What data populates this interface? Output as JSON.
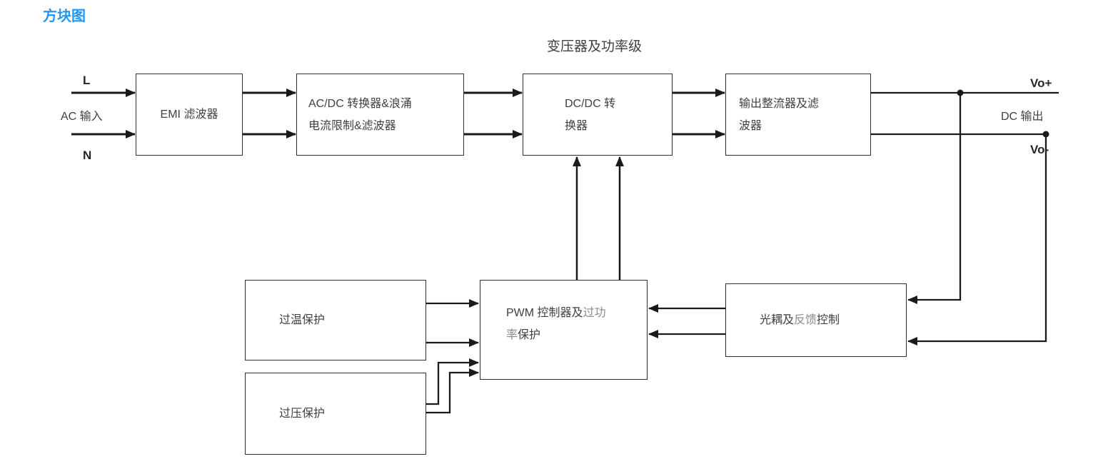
{
  "title": "方块图",
  "stage_label": "变压器及功率级",
  "labels": {
    "l": "L",
    "ac_input": "AC 输入",
    "n": "N",
    "vo_plus": "Vo+",
    "dc_output": "DC 输出",
    "vo_minus": "Vo-"
  },
  "blocks": {
    "emi": {
      "line1": "EMI 滤波器"
    },
    "acdc": {
      "line1": "AC/DC 转换器&浪涌",
      "line2": "电流限制&滤波器"
    },
    "dcdc": {
      "line1": "DC/DC 转",
      "line2": "换器"
    },
    "rectifier": {
      "line1": "输出整流器及滤",
      "line2": "波器"
    },
    "overtemp": {
      "line1": "过温保护"
    },
    "overvolt": {
      "line1": "过压保护"
    },
    "pwm": {
      "line1_a": "PWM 控制器及",
      "line1_b": "过功",
      "line2_a": "率",
      "line2_b": "保护"
    },
    "opto": {
      "seg_a": "光耦及",
      "seg_b": "反馈",
      "seg_c": "控制"
    }
  },
  "colors": {
    "title_accent": "#2196f3",
    "text": "#404040",
    "muted_text": "#8a8a8a",
    "line": "#1a1a1a",
    "box_border": "#2e2e2e",
    "background": "#ffffff"
  }
}
